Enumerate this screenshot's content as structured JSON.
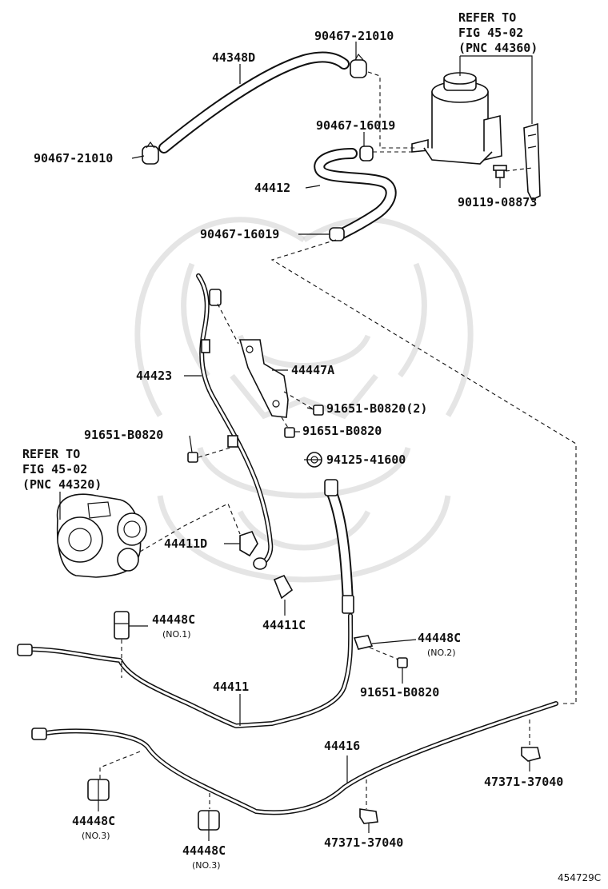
{
  "diagram_id": "454729C",
  "references": [
    {
      "line1": "REFER TO",
      "line2": "FIG 45-02",
      "line3": "(PNC 44360)"
    },
    {
      "line1": "REFER TO",
      "line2": "FIG 45-02",
      "line3": "(PNC 44320)"
    }
  ],
  "labels": {
    "p44348D": "44348D",
    "p90467_21010_top": "90467-21010",
    "p90467_21010_left": "90467-21010",
    "p90467_16019_top": "90467-16019",
    "p44412": "44412",
    "p90119_08873": "90119-08873",
    "p90467_16019_mid": "90467-16019",
    "p44423": "44423",
    "p44447A": "44447A",
    "p91651_B0820_2": "91651-B0820(2)",
    "p91651_B0820_mid": "91651-B0820",
    "p91651_B0820_left": "91651-B0820",
    "p94125_41600": "94125-41600",
    "p44411D": "44411D",
    "p44411C": "44411C",
    "p44448C_no1": "44448C",
    "p44448C_no2": "44448C",
    "p91651_B0820_low": "91651-B0820",
    "p44411": "44411",
    "p44416": "44416",
    "p47371_37040_right": "47371-37040",
    "p47371_37040_mid": "47371-37040",
    "p44448C_no3a": "44448C",
    "p44448C_no3b": "44448C"
  },
  "notes": {
    "no1": "(NO.1)",
    "no2": "(NO.2)",
    "no3a": "(NO.3)",
    "no3b": "(NO.3)"
  }
}
